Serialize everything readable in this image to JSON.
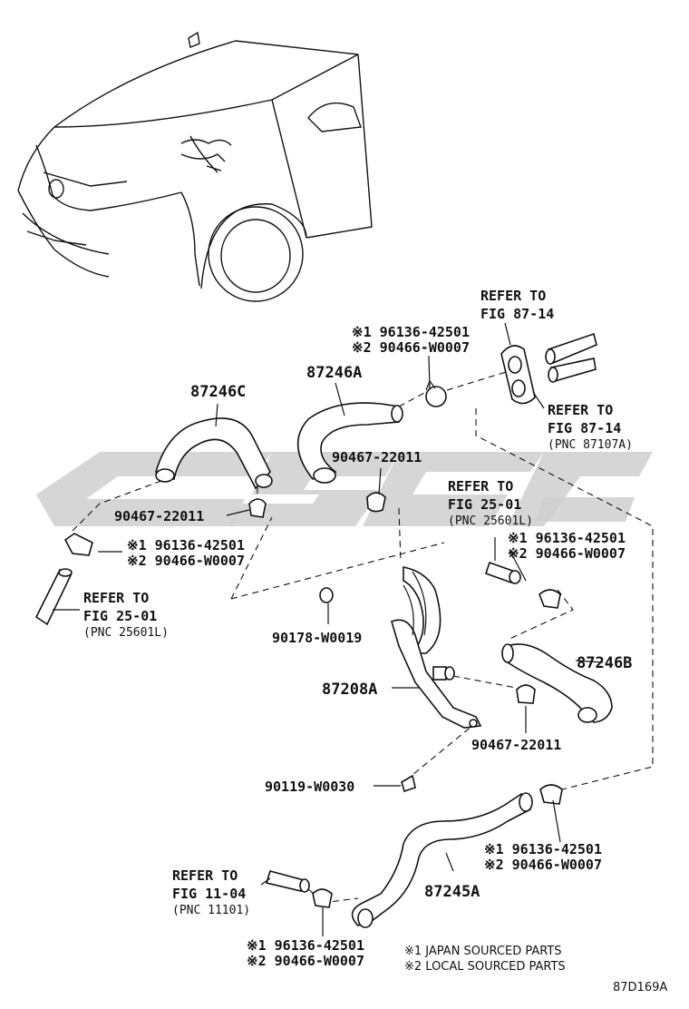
{
  "labels": {
    "p87246C": "87246C",
    "p87246A": "87246A",
    "p87246B": "87246B",
    "p87208A": "87208A",
    "p87245A": "87245A",
    "clamp_top_center": "90467-22011",
    "clamp_left": "90467-22011",
    "clamp_right_lower": "90467-22011",
    "nut": "90178-W0019",
    "bolt": "90119-W0030",
    "ref_87_14_top_a": "REFER TO",
    "ref_87_14_top_b": "FIG 87-14",
    "ref_87_14_right_a": "REFER TO",
    "ref_87_14_right_b": "FIG 87-14",
    "ref_87_14_right_c": "(PNC 87107A)",
    "ref_25_01_mid_a": "REFER TO",
    "ref_25_01_mid_b": "FIG 25-01",
    "ref_25_01_mid_c": "(PNC 25601L)",
    "ref_25_01_left_a": "REFER TO",
    "ref_25_01_left_b": "FIG 25-01",
    "ref_25_01_left_c": "(PNC 25601L)",
    "ref_11_04_a": "REFER TO",
    "ref_11_04_b": "FIG 11-04",
    "ref_11_04_c": "(PNC 11101)",
    "alt_top_1": "※1 96136-42501",
    "alt_top_2": "※2 90466-W0007",
    "alt_left_1": "※1 96136-42501",
    "alt_left_2": "※2 90466-W0007",
    "alt_right_1": "※1 96136-42501",
    "alt_right_2": "※2 90466-W0007",
    "alt_lowright_1": "※1 96136-42501",
    "alt_lowright_2": "※2 90466-W0007",
    "alt_bottom_1": "※1 96136-42501",
    "alt_bottom_2": "※2 90466-W0007",
    "legend_1": "※1 JAPAN SOURCED PARTS",
    "legend_2": "※2 LOCAL SOURCED PARTS",
    "figure_code": "87D169A"
  }
}
